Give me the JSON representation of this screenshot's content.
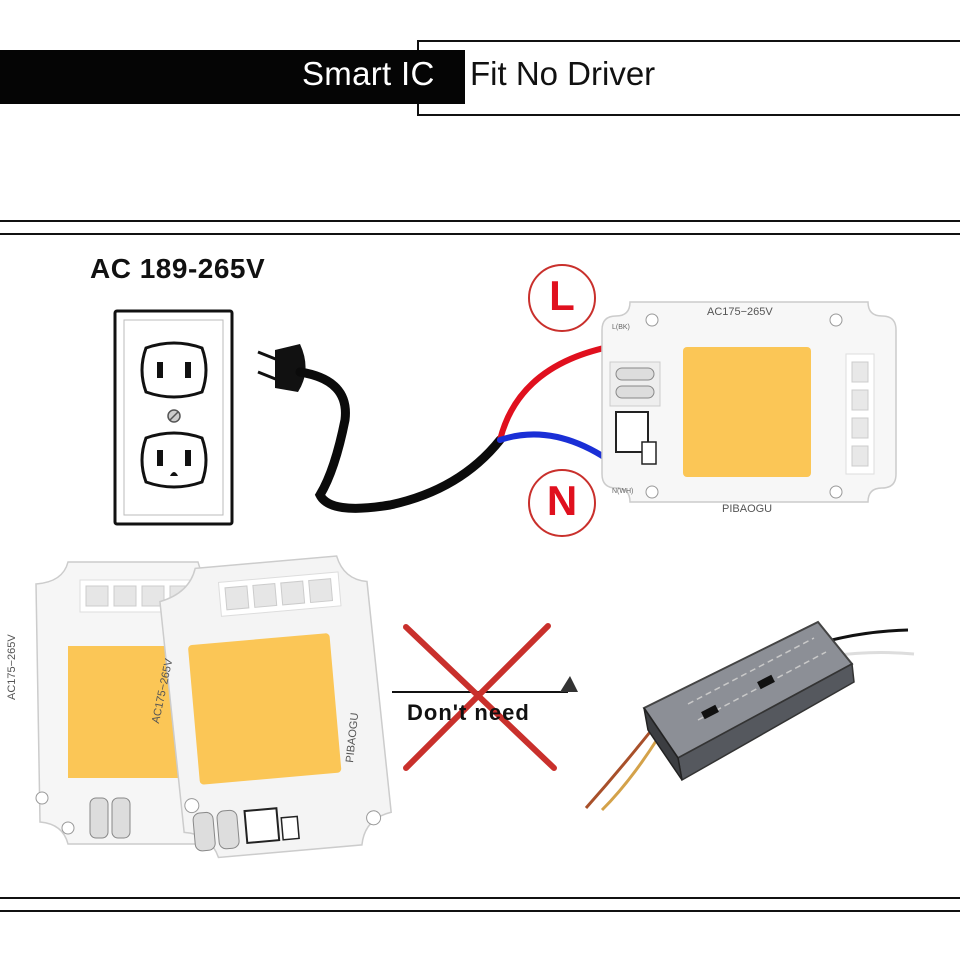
{
  "header": {
    "title_left": "Smart IC",
    "title_right": "Fit No Driver"
  },
  "diagram": {
    "voltage_label": "AC 189-265V",
    "live_label": "L",
    "neutral_label": "N",
    "chip_voltage": "AC175−265V",
    "chip_brand": "PIBAOGU",
    "live_pad": "L(BK)",
    "neutral_pad": "N(WH)",
    "dont_need": "Don't need"
  },
  "colors": {
    "live_wire": "#e0101e",
    "neutral_wire": "#1a2fd6",
    "led_chip": "#fbc656",
    "cross": "#c9302c"
  }
}
